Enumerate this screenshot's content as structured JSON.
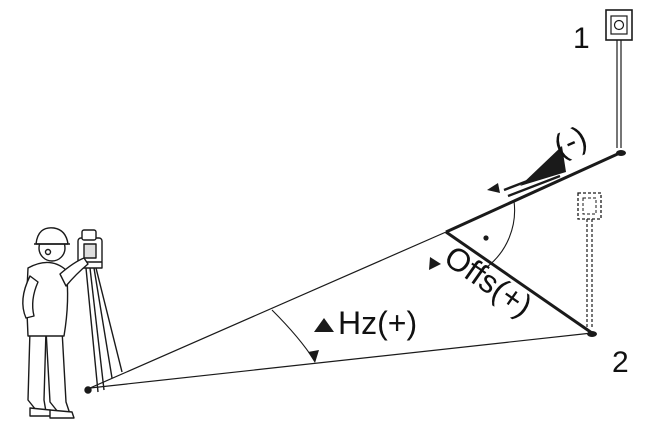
{
  "labels": {
    "point_1": "1",
    "point_2": "2",
    "line_offset_sign": "(-)",
    "offset": "Offs(+)",
    "horizontal_angle": "Hz(+)"
  },
  "icons": {
    "surveyor": "surveyor-with-total-station-icon",
    "prism_pole": "prism-pole-icon",
    "virtual_prism": "virtual-prism-icon"
  },
  "colors": {
    "line": "#1a1a1a",
    "background": "#ffffff"
  }
}
